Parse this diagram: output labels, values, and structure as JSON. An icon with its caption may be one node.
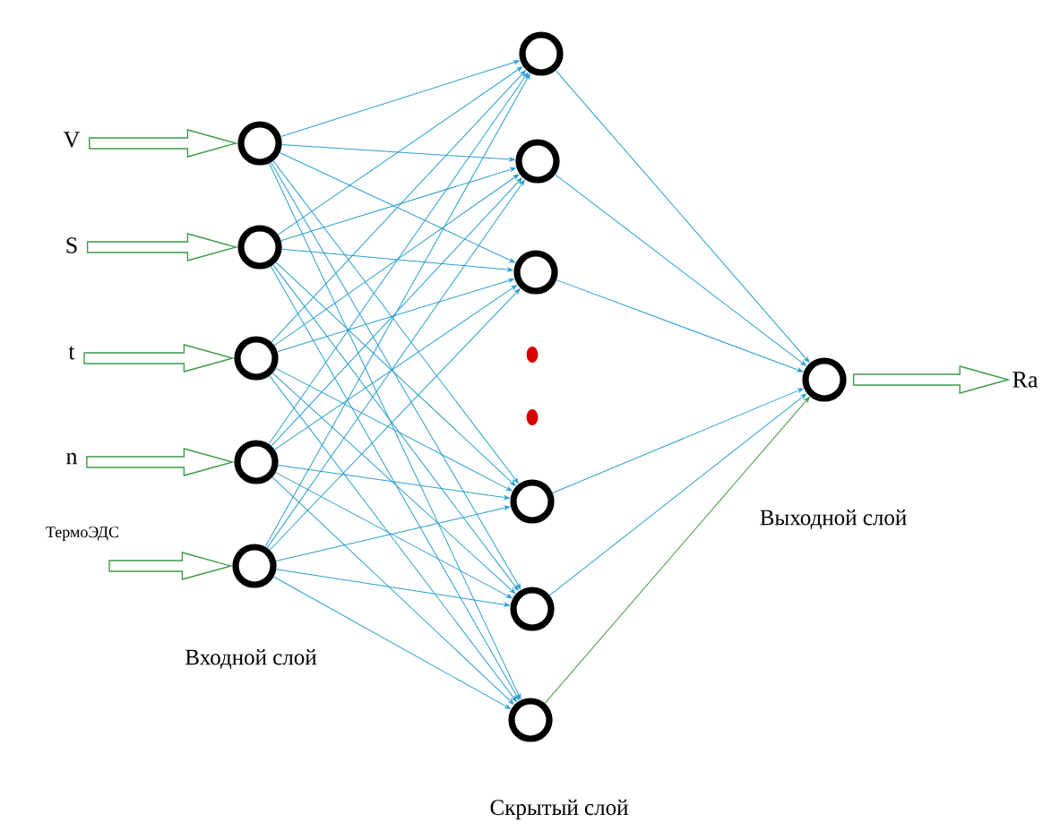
{
  "diagram": {
    "nodes": [
      {
        "text": [
          "V"
        ]
      },
      {
        "text": [
          "S"
        ]
      },
      {
        "text": [
          "t"
        ]
      },
      {
        "text": [
          "n"
        ]
      },
      {
        "text": [
          "ТермоЭДС"
        ]
      },
      {
        "text": [],
        "shape": "circle"
      },
      {
        "text": [],
        "shape": "circle"
      },
      {
        "text": [],
        "shape": "circle"
      },
      {
        "text": [],
        "shape": "circle"
      },
      {
        "text": [],
        "shape": "circle"
      },
      {
        "text": [],
        "shape": "circle"
      },
      {
        "text": [],
        "shape": "circle"
      },
      {
        "text": [],
        "shape": "circle"
      },
      {
        "text": [],
        "shape": "circle"
      },
      {
        "text": [],
        "shape": "circle"
      },
      {
        "text": [],
        "shape": "circle"
      },
      {
        "text": [],
        "shape": "circle"
      },
      {
        "text": [
          "Ra"
        ]
      }
    ],
    "edges": [
      {
        "from": 0,
        "to": 5,
        "arrow": "to",
        "style": "thick",
        "color": "#3c9a46"
      },
      {
        "from": 1,
        "to": 6,
        "arrow": "to",
        "style": "thick",
        "color": "#3c9a46"
      },
      {
        "from": 2,
        "to": 7,
        "arrow": "to",
        "style": "thick",
        "color": "#3c9a46"
      },
      {
        "from": 3,
        "to": 8,
        "arrow": "to",
        "style": "thick",
        "color": "#3c9a46"
      },
      {
        "from": 4,
        "to": 9,
        "arrow": "to",
        "style": "thick",
        "color": "#3c9a46"
      },
      {
        "from": 5,
        "to": 10,
        "arrow": "to"
      },
      {
        "from": 5,
        "to": 11,
        "arrow": "to"
      },
      {
        "from": 5,
        "to": 12,
        "arrow": "to"
      },
      {
        "from": 5,
        "to": 13,
        "arrow": "to"
      },
      {
        "from": 5,
        "to": 14,
        "arrow": "to"
      },
      {
        "from": 5,
        "to": 15,
        "arrow": "to"
      },
      {
        "from": 6,
        "to": 10,
        "arrow": "to"
      },
      {
        "from": 6,
        "to": 11,
        "arrow": "to"
      },
      {
        "from": 6,
        "to": 12,
        "arrow": "to"
      },
      {
        "from": 6,
        "to": 13,
        "arrow": "to"
      },
      {
        "from": 6,
        "to": 14,
        "arrow": "to"
      },
      {
        "from": 6,
        "to": 15,
        "arrow": "to"
      },
      {
        "from": 7,
        "to": 10,
        "arrow": "to"
      },
      {
        "from": 7,
        "to": 11,
        "arrow": "to"
      },
      {
        "from": 7,
        "to": 12,
        "arrow": "to"
      },
      {
        "from": 7,
        "to": 13,
        "arrow": "to"
      },
      {
        "from": 7,
        "to": 14,
        "arrow": "to"
      },
      {
        "from": 7,
        "to": 15,
        "arrow": "to"
      },
      {
        "from": 8,
        "to": 10,
        "arrow": "to"
      },
      {
        "from": 8,
        "to": 11,
        "arrow": "to"
      },
      {
        "from": 8,
        "to": 12,
        "arrow": "to"
      },
      {
        "from": 8,
        "to": 13,
        "arrow": "to"
      },
      {
        "from": 8,
        "to": 14,
        "arrow": "to"
      },
      {
        "from": 8,
        "to": 15,
        "arrow": "to"
      },
      {
        "from": 9,
        "to": 10,
        "arrow": "to"
      },
      {
        "from": 9,
        "to": 11,
        "arrow": "to"
      },
      {
        "from": 9,
        "to": 12,
        "arrow": "to"
      },
      {
        "from": 9,
        "to": 13,
        "arrow": "to"
      },
      {
        "from": 9,
        "to": 14,
        "arrow": "to"
      },
      {
        "from": 9,
        "to": 15,
        "arrow": "to"
      },
      {
        "from": 10,
        "to": 16,
        "arrow": "to"
      },
      {
        "from": 11,
        "to": 16,
        "arrow": "to"
      },
      {
        "from": 12,
        "to": 16,
        "arrow": "to"
      },
      {
        "from": 13,
        "to": 16,
        "arrow": "to"
      },
      {
        "from": 14,
        "to": 16,
        "arrow": "to"
      },
      {
        "from": 15,
        "to": 16,
        "arrow": "to",
        "color": "#3c9a46"
      },
      {
        "from": 16,
        "to": 17,
        "arrow": "to",
        "style": "thick",
        "color": "#3c9a46"
      }
    ],
    "labels": [
      "Входной слой",
      "Выходной слой",
      "Скрытый слой"
    ]
  }
}
